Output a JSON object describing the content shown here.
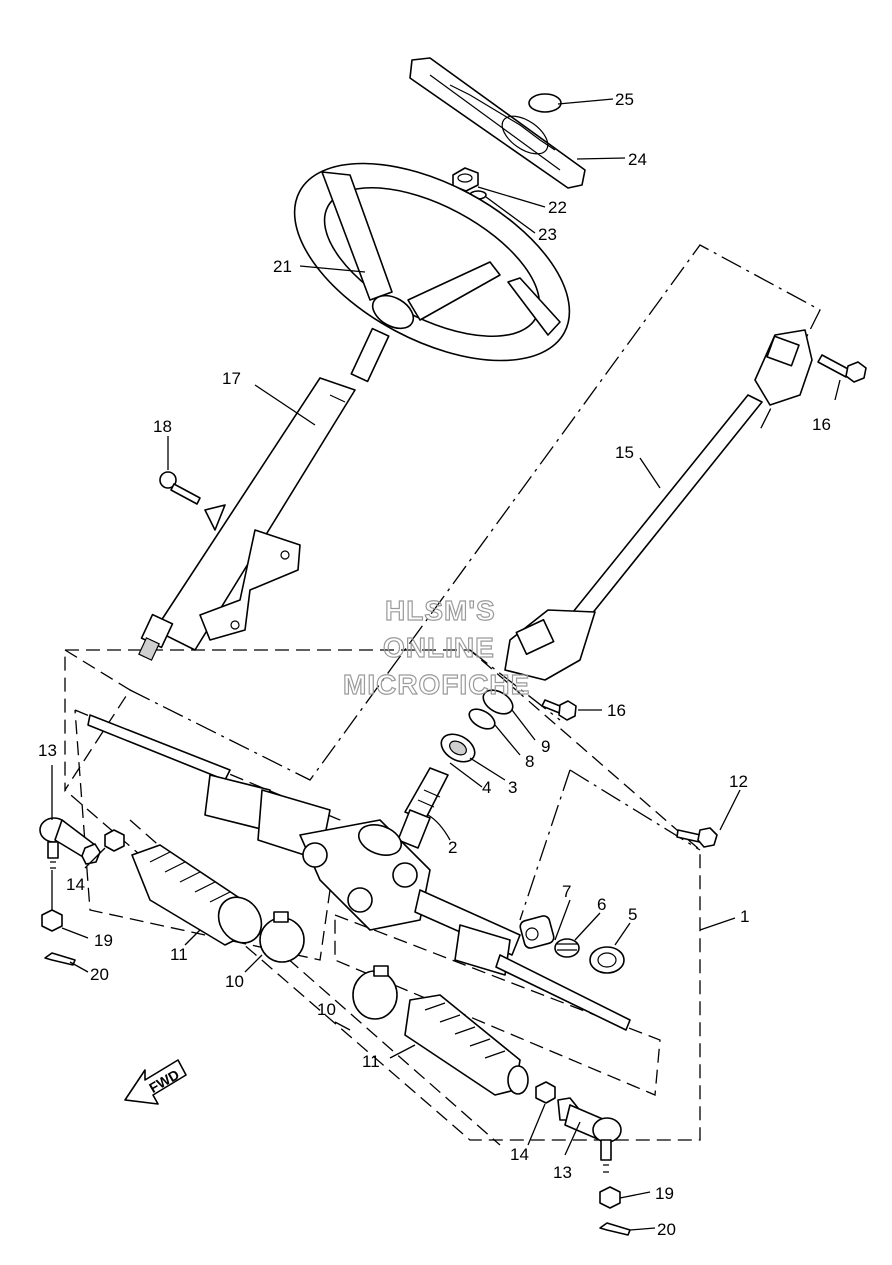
{
  "watermark": {
    "line1": "HLSM'S",
    "line2": "ONLINE",
    "line3": "MICROFICHE"
  },
  "direction_label": "FWD",
  "callouts": {
    "c1": "1",
    "c2": "2",
    "c3": "3",
    "c4": "4",
    "c5": "5",
    "c6": "6",
    "c7": "7",
    "c8": "8",
    "c9": "9",
    "c10a": "10",
    "c10b": "10",
    "c11a": "11",
    "c11b": "11",
    "c12": "12",
    "c13a": "13",
    "c13b": "13",
    "c14a": "14",
    "c14b": "14",
    "c15": "15",
    "c16a": "16",
    "c16b": "16",
    "c17": "17",
    "c18": "18",
    "c19a": "19",
    "c19b": "19",
    "c20a": "20",
    "c20b": "20",
    "c21": "21",
    "c22": "22",
    "c23": "23",
    "c24": "24",
    "c25": "25"
  }
}
